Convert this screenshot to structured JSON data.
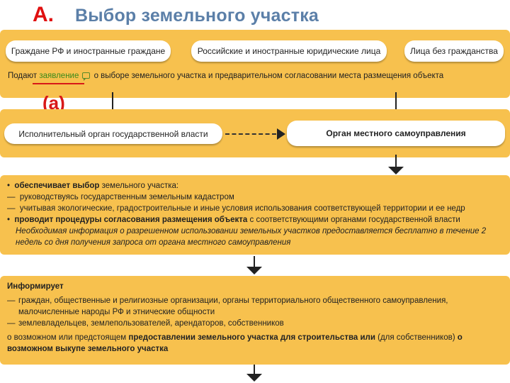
{
  "header": {
    "marker": "A.",
    "title": "Выбор земельного участка"
  },
  "panel1": {
    "applicants": [
      "Граждане РФ и иностранные граждане",
      "Российские и иностранные юридические лица",
      "Лица без гражданства"
    ],
    "line_prefix": "Подают",
    "link": "заявление",
    "line_suffix": "о выборе земельного участка и предварительном согласовании места размещения объекта"
  },
  "annotation_a": "(а)",
  "panel2": {
    "left": "Исполнительный орган государственной власти",
    "right": "Орган местного самоуправления"
  },
  "panel3": {
    "bullet1_bold": "обеспечивает выбор",
    "bullet1_rest": "земельного участка:",
    "sub1": "руководствуясь государственным земельным кадастром",
    "sub2": "учитывая экологические, градостроительные и иные условия использования соответствующей территории и ее недр",
    "bullet2_bold": "проводит процедуры согласования размещения объекта",
    "bullet2_rest": "с соответствующими органами государственной власти",
    "note": "Необходимая информация о разрешенном использовании земельных участков предоставляется бесплатно в течение 2 недель со дня получения запроса от органа местного самоуправления"
  },
  "panel4": {
    "heading": "Информирует",
    "sub1": "граждан, общественные и религиозные организации, органы территориального общественного самоуправления, малочисленные народы РФ и этнические общности",
    "sub2": "землевладельцев, землепользователей, арендаторов, собственников",
    "p1": "о возможном или предстоящем",
    "p2": "предоставлении земельного участка для строительства или",
    "p3": "(для собственников)",
    "p4": "о возможном выкупе земельного участка"
  }
}
